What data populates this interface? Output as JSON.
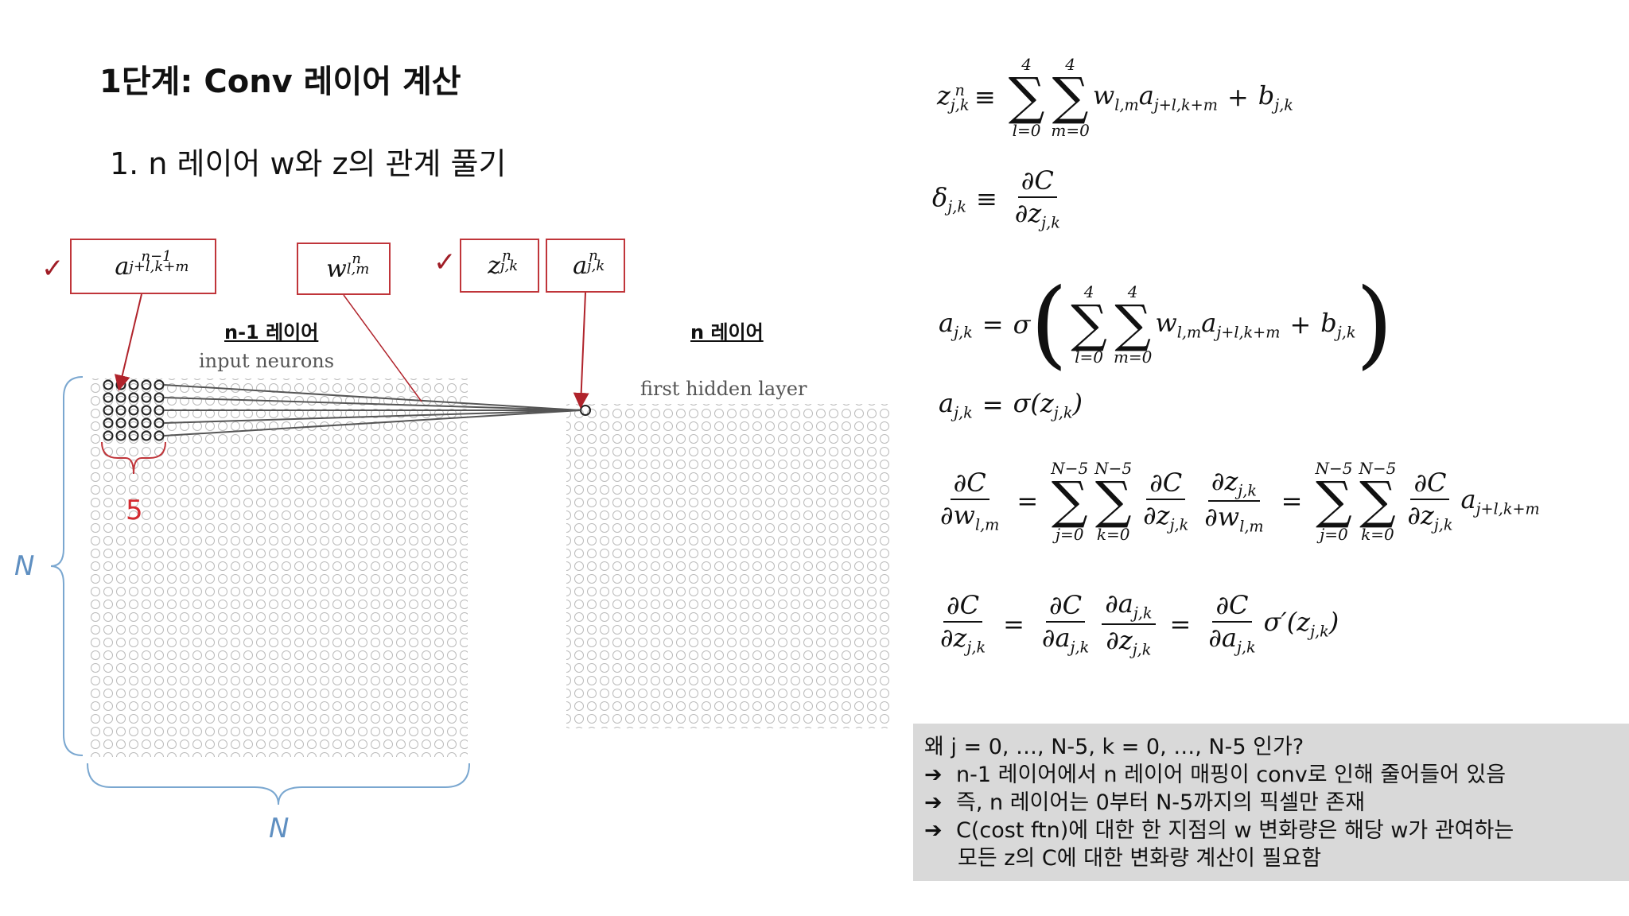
{
  "title": "1단계: Conv 레이어 계산",
  "subtitle": "1. n 레이어 w와 z의 관계 풀기",
  "labels": {
    "box_a_prev": "a",
    "box_w": "w",
    "box_z": "z",
    "box_a": "a",
    "layer_prev": "n-1 레이어",
    "layer_curr": "n 레이어",
    "input_neurons": "input neurons",
    "first_hidden": "first hidden layer",
    "five": "5",
    "n_left": "N",
    "n_bottom": "N",
    "check_mark": "✓"
  },
  "colors": {
    "box_border": "#c0353a",
    "check": "#a01d26",
    "brace": "#7aa7d0",
    "note_bg": "#d9d9d9",
    "arrow": "#b0232b"
  },
  "equations": {
    "z_def": "z ≡ ΣΣ w a + b",
    "delta_def": "δ ≡ ∂C/∂z",
    "a_full": "a = σ(ΣΣ w a + b)",
    "a_short": "a = σ(z)",
    "dC_dw": "∂C/∂w = ΣΣ ∂C/∂z ∂z/∂w = ΣΣ ∂C/∂z a",
    "dC_dz": "∂C/∂z = ∂C/∂a ∂a/∂z = ∂C/∂a σ'(z)"
  },
  "note": {
    "line1": "왜 j = 0, …, N-5, k = 0, …, N-5 인가?",
    "line2": "n-1 레이어에서 n 레이어 매핑이 conv로 인해 줄어들어 있음",
    "line3": "즉, n 레이어는 0부터 N-5까지의 픽셀만 존재",
    "line4": "C(cost ftn)에 대한 한 지점의 w 변화량은 해당 w가 관여하는",
    "line5": "모든 z의 C에 대한 변화량 계산이 필요함",
    "arrow": "➔"
  }
}
